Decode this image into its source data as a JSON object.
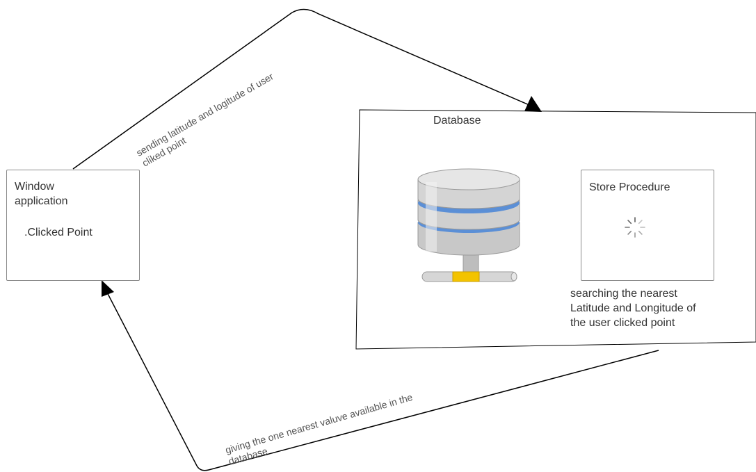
{
  "diagram": {
    "window_app": {
      "title": "Window\napplication",
      "subtitle": ".Clicked Point"
    },
    "database": {
      "label": "Database",
      "icon": "database-server-icon",
      "store_procedure": {
        "title": "Store Procedure",
        "icon": "loading-spinner-icon"
      },
      "search_note_lines": [
        "searching the nearest",
        "Latitude and Longitude of",
        "the user clicked point"
      ]
    },
    "arrows": {
      "request_lines": [
        "sending latitude and logitude of user",
        "cliked point"
      ],
      "response_lines": [
        "giving the one nearest valuve available in the",
        "database"
      ]
    }
  }
}
